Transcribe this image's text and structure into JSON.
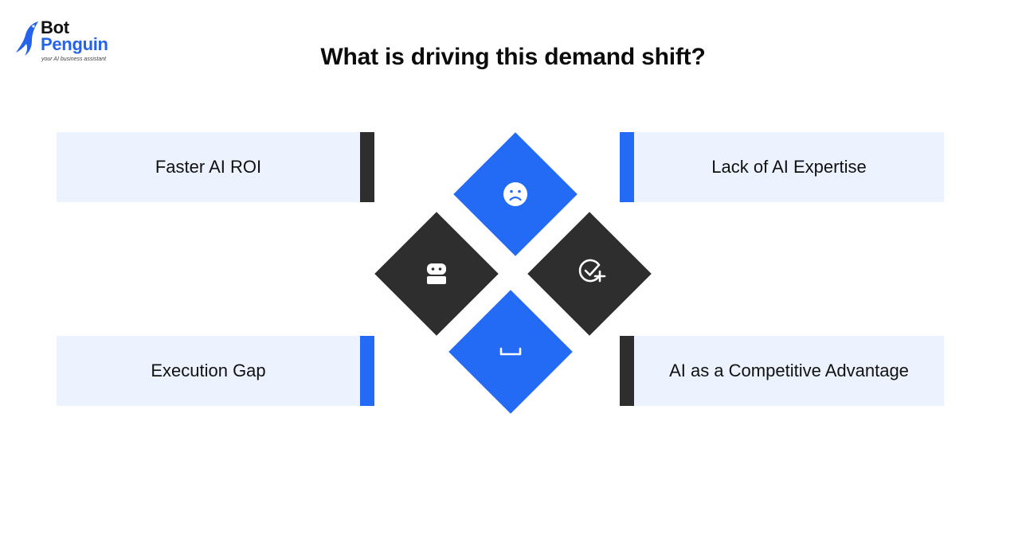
{
  "logo": {
    "word_top": "Bot",
    "word_bottom": "Penguin",
    "tagline": "your AI business assistant"
  },
  "title": "What is driving this demand shift?",
  "colors": {
    "blue": "#236bf5",
    "dark": "#2e2e2e",
    "card_bg": "#edf3fe"
  },
  "cards": [
    {
      "label": "Faster AI ROI",
      "bar_color": "dark"
    },
    {
      "label": "Lack of AI Expertise",
      "bar_color": "blue"
    },
    {
      "label": "Execution Gap",
      "bar_color": "blue"
    },
    {
      "label": "AI as a Competitive Advantage",
      "bar_color": "dark"
    }
  ],
  "diamonds": [
    {
      "icon": "sad-face-icon",
      "color": "blue"
    },
    {
      "icon": "robot-icon",
      "color": "dark"
    },
    {
      "icon": "check-plus-icon",
      "color": "dark"
    },
    {
      "icon": "space-bar-icon",
      "color": "blue"
    }
  ]
}
